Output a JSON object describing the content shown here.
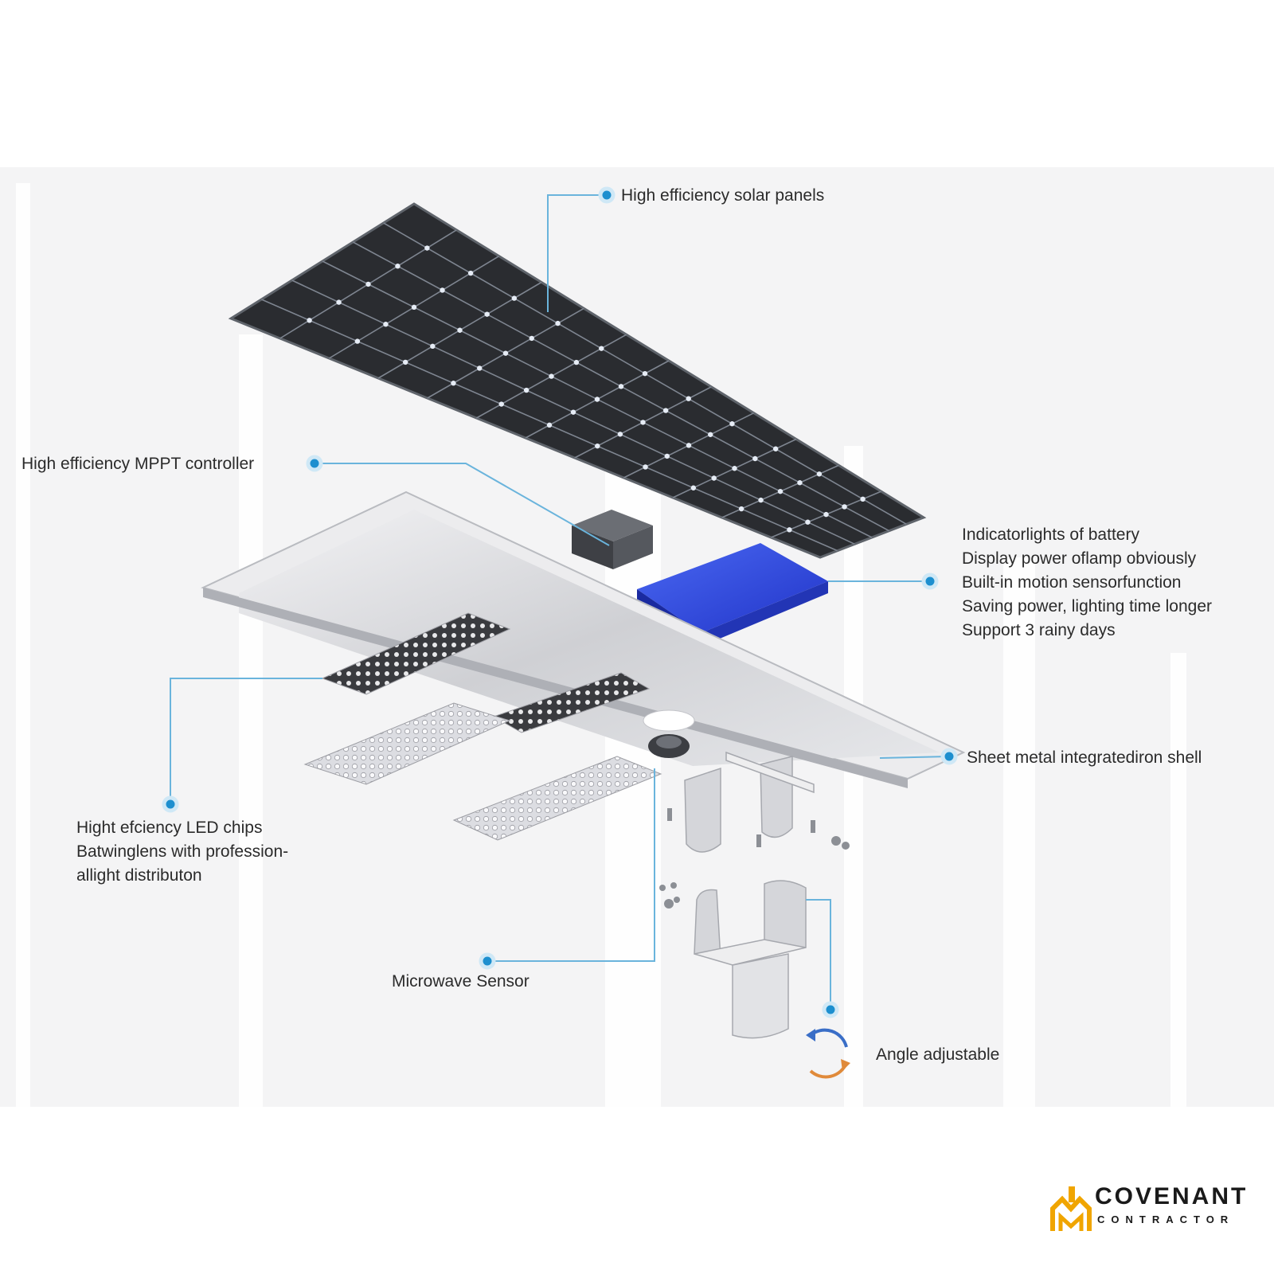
{
  "colors": {
    "callout": "#1d8fcf",
    "panel_cell": "#26282c",
    "panel_grid": "#7e8590",
    "battery": "#2f4fe6",
    "housing": "#d9dade",
    "logo_accent": "#f0a500"
  },
  "labels": {
    "solar_panels": "High efficiency solar panels",
    "mppt_controller": "High efficiency MPPT controller",
    "battery_lines": [
      "Indicatorlights of battery",
      "Display power oflamp obviously",
      "Built-in motion sensorfunction",
      "Saving power, lighting time longer",
      "Support 3 rainy days"
    ],
    "shell": "Sheet metal integratediron shell",
    "led_lines": [
      "Hight efciency LED chips",
      "Batwinglens with profession-",
      "allight distributon"
    ],
    "microwave_sensor": "Microwave Sensor",
    "angle_adjustable": "Angle adjustable"
  },
  "icons": {
    "rotation": "rotate-arrows-icon",
    "logo_mark": "building-m-logo-icon"
  },
  "logo": {
    "name": "COVENANT",
    "sub": "CONTRACTOR"
  }
}
